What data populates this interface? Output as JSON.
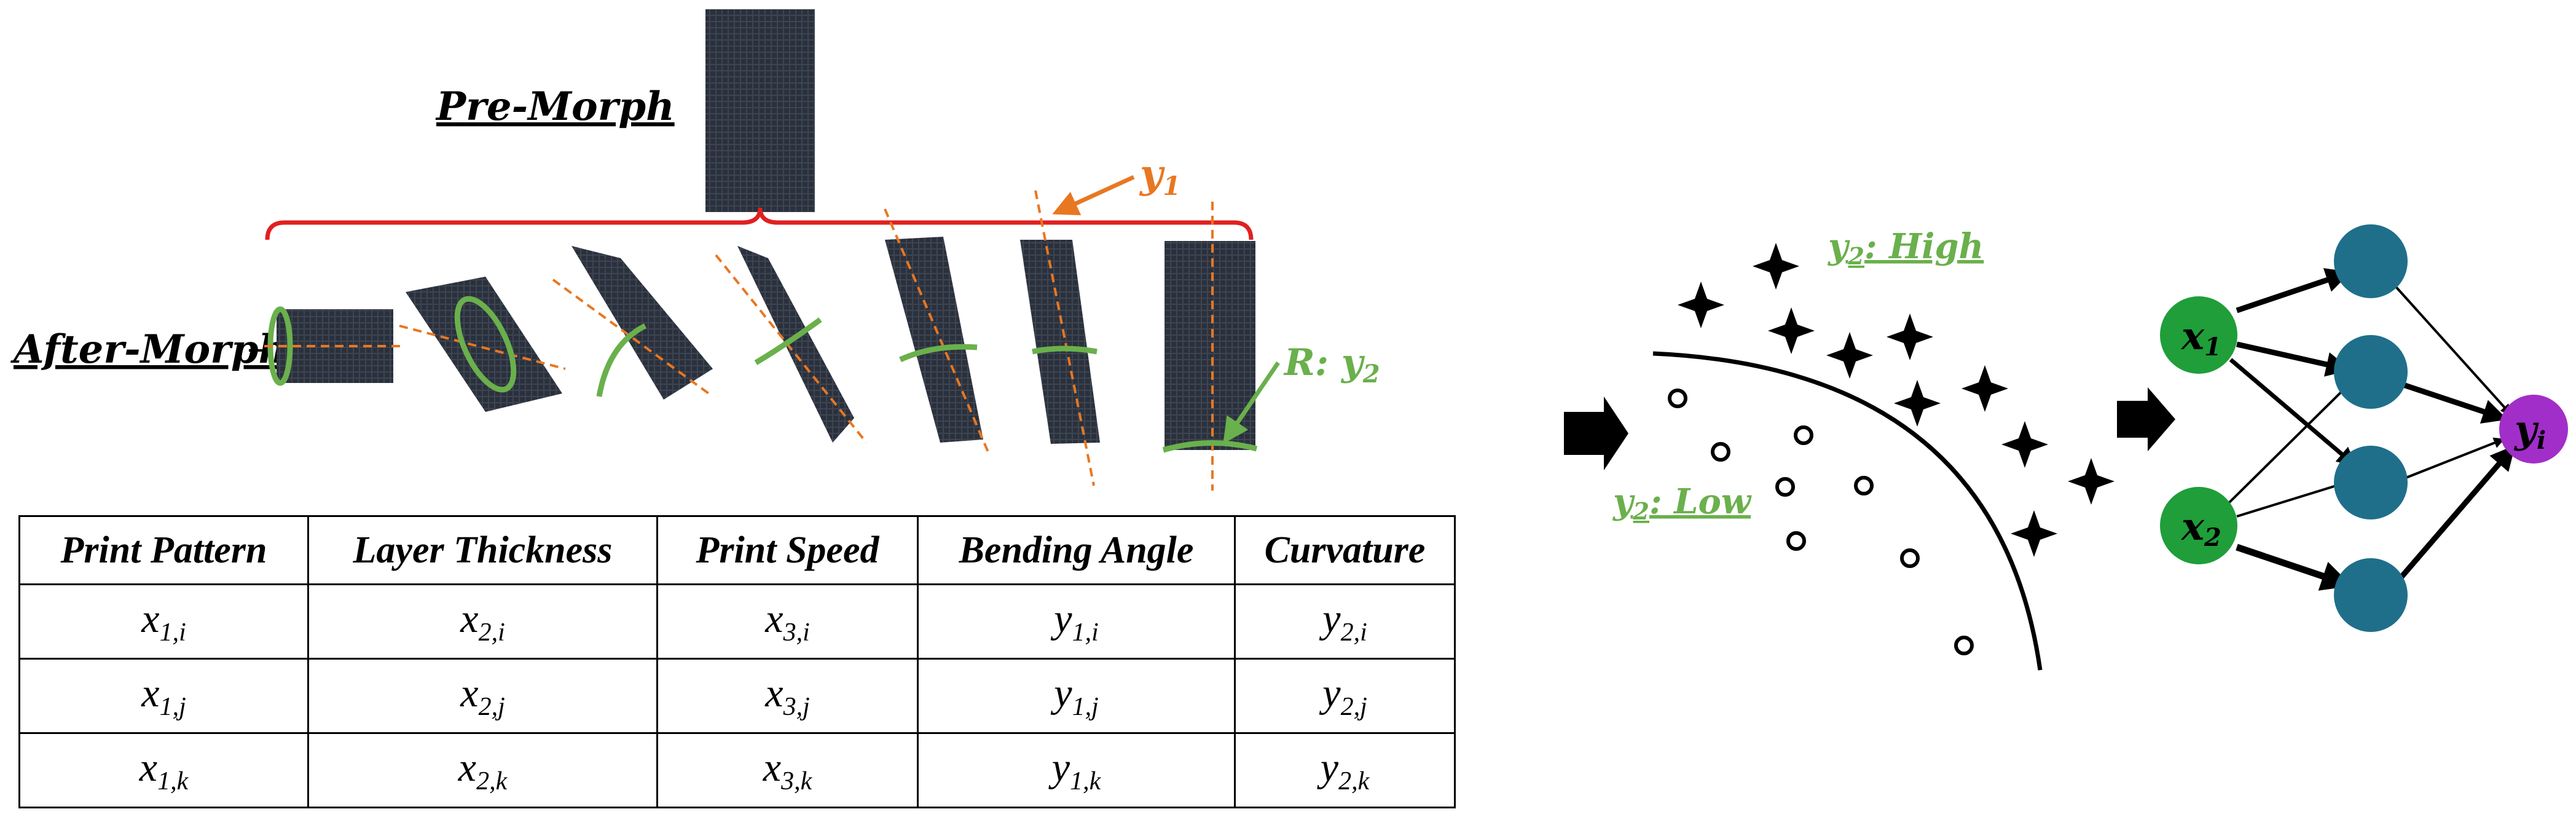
{
  "labels": {
    "pre_morph": "Pre-Morph",
    "after_morph": "After-Morph",
    "y1_label": "y",
    "y1_sub": "1",
    "r_label": "R: y",
    "r_sub": "2",
    "high_label_prefix": "y",
    "high_label_sub": "2",
    "high_label_suffix": ": High",
    "low_label_prefix": "y",
    "low_label_sub": "2",
    "low_label_suffix": ": Low"
  },
  "network": {
    "inputs": [
      {
        "label": "x",
        "sub": "1"
      },
      {
        "label": "x",
        "sub": "2"
      }
    ],
    "output": {
      "label": "y",
      "sub": "i"
    }
  },
  "colors": {
    "orange": "#e87722",
    "green": "#6ab04c",
    "red": "#e02020",
    "dark_sample": "#2b313c",
    "input_node": "#1f9e3a",
    "hidden_node": "#1f6f8b",
    "output_node": "#a22ec9",
    "black": "#000000"
  },
  "table": {
    "headers": [
      "Print Pattern",
      "Layer Thickness",
      "Print Speed",
      "Bending Angle",
      "Curvature"
    ],
    "rows": [
      [
        {
          "v": "x",
          "s": "1,i"
        },
        {
          "v": "x",
          "s": "2,i"
        },
        {
          "v": "x",
          "s": "3,i"
        },
        {
          "v": "y",
          "s": "1,i"
        },
        {
          "v": "y",
          "s": "2,i"
        }
      ],
      [
        {
          "v": "x",
          "s": "1,j"
        },
        {
          "v": "x",
          "s": "2,j"
        },
        {
          "v": "x",
          "s": "3,j"
        },
        {
          "v": "y",
          "s": "1,j"
        },
        {
          "v": "y",
          "s": "2,j"
        }
      ],
      [
        {
          "v": "x",
          "s": "1,k"
        },
        {
          "v": "x",
          "s": "2,k"
        },
        {
          "v": "x",
          "s": "3,k"
        },
        {
          "v": "y",
          "s": "1,k"
        },
        {
          "v": "y",
          "s": "2,k"
        }
      ]
    ]
  }
}
